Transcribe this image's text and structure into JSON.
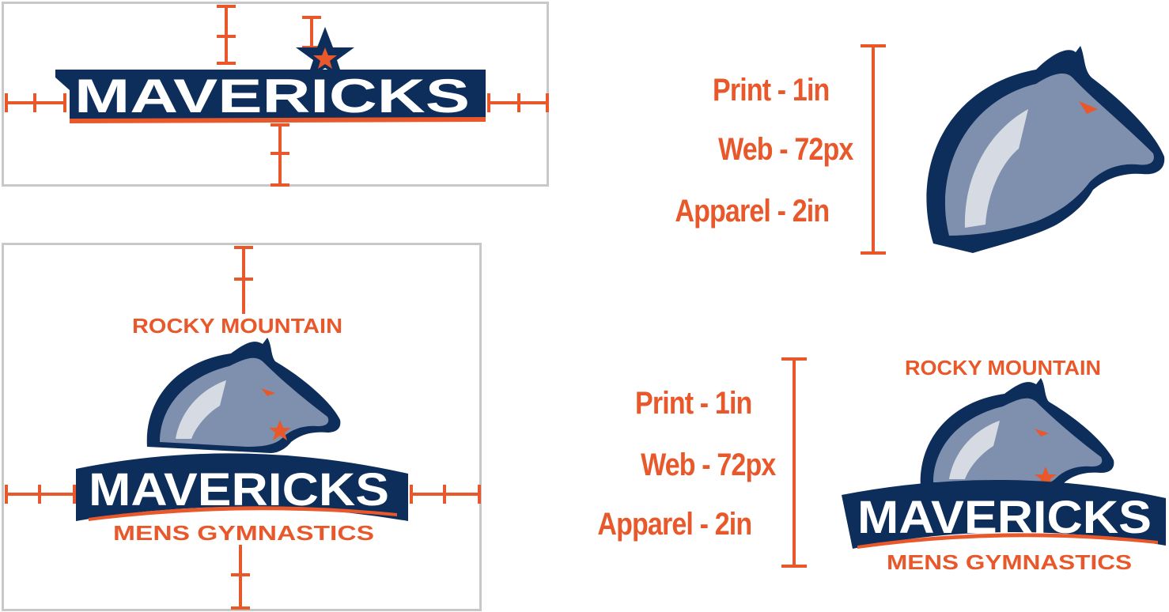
{
  "wordmark": {
    "text": "MAVERICKS"
  },
  "logo": {
    "top_line": "ROCKY MOUNTAIN",
    "main": "MAVERICKS",
    "bottom_line": "MENS GYMNASTICS"
  },
  "size_guides": [
    {
      "print": "Print - 1in",
      "web": "Web - 72px",
      "apparel": "Apparel - 2in"
    },
    {
      "print": "Print - 1in",
      "web": "Web - 72px",
      "apparel": "Apparel - 2in"
    }
  ],
  "colors": {
    "navy": "#0d2d5a",
    "orange": "#e8582a",
    "gray": "#7e90ad",
    "light_gray": "#d6dbe3",
    "border": "#c8c8c8"
  },
  "icons": [
    "star-icon",
    "horse-head-icon"
  ]
}
